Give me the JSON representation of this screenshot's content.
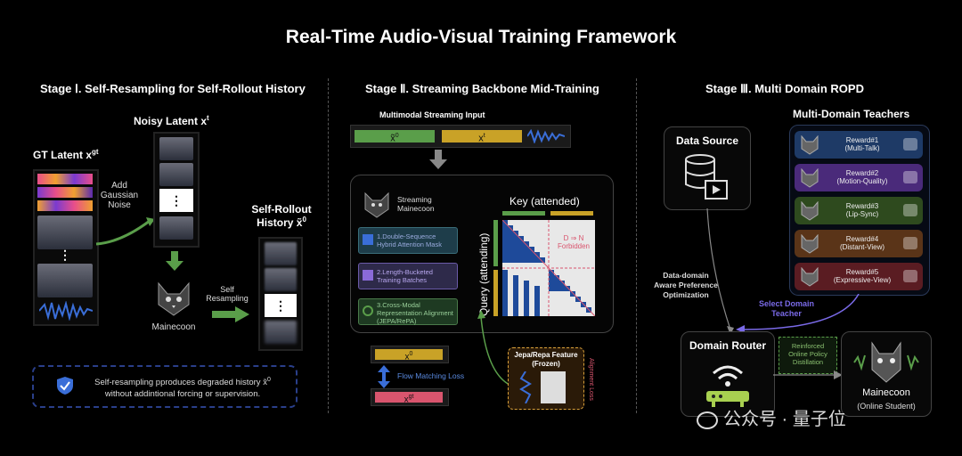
{
  "title": "Real-Time Audio-Visual Training Framework",
  "stage1": {
    "title": "Stage Ⅰ. Self-Resampling for Self-Rollout History",
    "gt_latent": "GT Latent x",
    "gt_sup": "gt",
    "noisy_latent": "Noisy Latent x",
    "noisy_sup": "t",
    "add_noise_1": "Add",
    "add_noise_2": "Gaussian",
    "add_noise_3": "Noise",
    "self_rollout_1": "Self-Rollout",
    "self_rollout_2": "History x̃",
    "self_rollout_sup": "0",
    "self_resampling_1": "Self",
    "self_resampling_2": "Resampling",
    "model": "Mainecoon",
    "note_1": "Self-resampling pproduces degraded history x̃",
    "note_sup": "0",
    "note_2": "without addintional forcing or supervision.",
    "dots": "⋮"
  },
  "stage2": {
    "title": "Stage Ⅱ. Streaming Backbone Mid-Training",
    "input_label": "Multimodal Streaming Input",
    "input_x0": "x̃",
    "input_x0_sup": "0",
    "input_xt": "x",
    "input_xt_sup": "t",
    "streaming_1": "Streaming",
    "streaming_2": "Mainecoon",
    "item1": "1.Double-Sequence Hybrid Attention Mask",
    "item2": "2.Length-Bucketed Training Batches",
    "item3": "3.Cross-Modal Representation Alignment (JEPA/RePA)",
    "key_label": "Key (attended)",
    "query_label": "Query (attending)",
    "forbidden_1": "D ⇒ N",
    "forbidden_2": "Forbidden",
    "out_x0": "x",
    "out_x0_sup": "0",
    "out_xgt": "x",
    "out_xgt_sup": "gt",
    "flow_loss": "Flow Matching Loss",
    "jepa_1": "Jepa/Repa Feature",
    "jepa_2": "(Frozen)",
    "align_loss_1": "Alignment",
    "align_loss_2": "Loss"
  },
  "stage3": {
    "title": "Stage Ⅲ. Multi Domain ROPD",
    "teachers_title": "Multi-Domain Teachers",
    "data_source": "Data Source",
    "data_domain_1": "Data-domain",
    "data_domain_2": "Aware Preference",
    "data_domain_3": "Optimization",
    "select_1": "Select Domain",
    "select_2": "Teacher",
    "domain_router": "Domain Router",
    "reinforced_1": "Reinforced",
    "reinforced_2": "Online Policy",
    "reinforced_3": "Distillation",
    "student_1": "Mainecoon",
    "student_2": "(Online Student)",
    "rewards": [
      {
        "name": "Reward#1",
        "desc": "(Multi-Talk)",
        "color": "#1e3a66"
      },
      {
        "name": "Reward#2",
        "desc": "(Motion-Quality)",
        "color": "#4a2a7a"
      },
      {
        "name": "Reward#3",
        "desc": "(Lip-Sync)",
        "color": "#2e4a1e"
      },
      {
        "name": "Reward#4",
        "desc": "(Distant-View)",
        "color": "#5a3418"
      },
      {
        "name": "Reward#5",
        "desc": "(Expressive-View)",
        "color": "#5a1c22"
      }
    ]
  },
  "watermark": "公众号 · 量子位",
  "colors": {
    "green": "#5a9e4a",
    "gold": "#c9a227",
    "pink": "#d9556e",
    "blue": "#3a6ed8",
    "purple": "#7a6ae8"
  }
}
